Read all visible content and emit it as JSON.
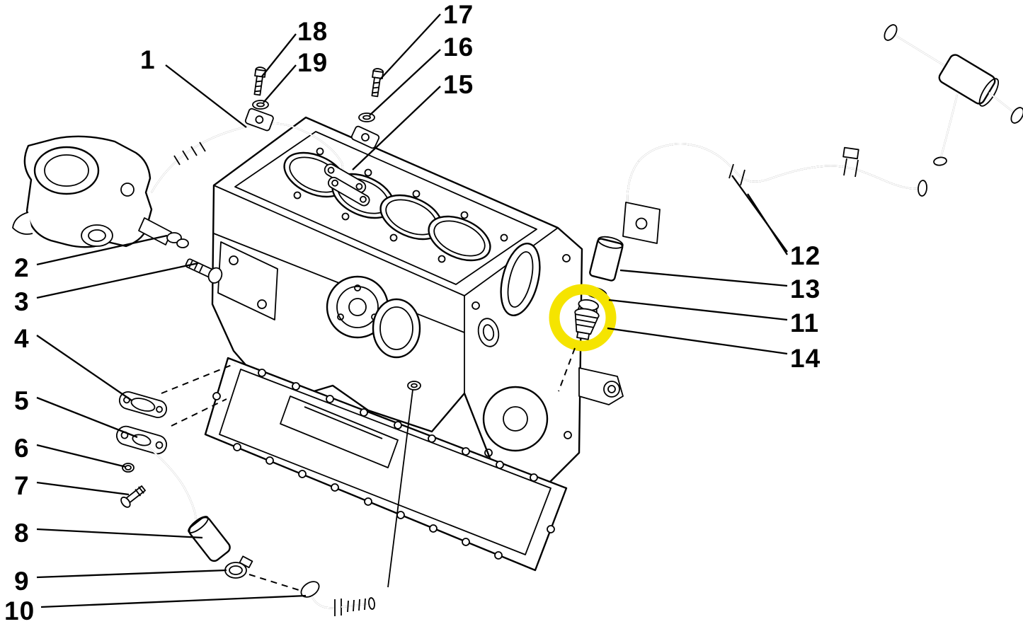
{
  "diagram": {
    "background_color": "#ffffff",
    "line_color": "#000000",
    "highlight_color": "#f5e400",
    "highlighted_label": "14"
  },
  "callouts": [
    {
      "label": "1"
    },
    {
      "label": "2"
    },
    {
      "label": "3"
    },
    {
      "label": "4"
    },
    {
      "label": "5"
    },
    {
      "label": "6"
    },
    {
      "label": "7"
    },
    {
      "label": "8"
    },
    {
      "label": "9"
    },
    {
      "label": "10"
    },
    {
      "label": "11"
    },
    {
      "label": "12"
    },
    {
      "label": "13"
    },
    {
      "label": "14"
    },
    {
      "label": "15"
    },
    {
      "label": "16"
    },
    {
      "label": "17"
    },
    {
      "label": "18"
    },
    {
      "label": "19"
    }
  ]
}
